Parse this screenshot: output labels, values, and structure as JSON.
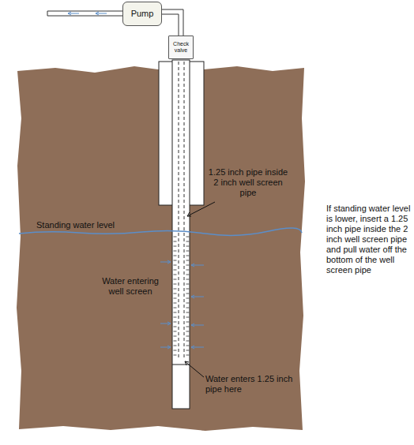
{
  "diagram": {
    "nodes": [
      {
        "text": [
          "Pump"
        ]
      },
      {
        "text": [
          "Check valve"
        ]
      }
    ],
    "edges": [
      {
        "from": 0,
        "to": 1,
        "arrow": "none"
      }
    ],
    "labels": [
      "1.25 inch pipe inside 2 inch well screen pipe",
      "Standing water level",
      "Water entering well screen",
      "Water enters 1.25 inch pipe here",
      "If standing water level is lower, insert a 1.25 inch pipe inside the 2 inch well screen pipe and pull water off the bottom of the well screen pipe"
    ]
  }
}
